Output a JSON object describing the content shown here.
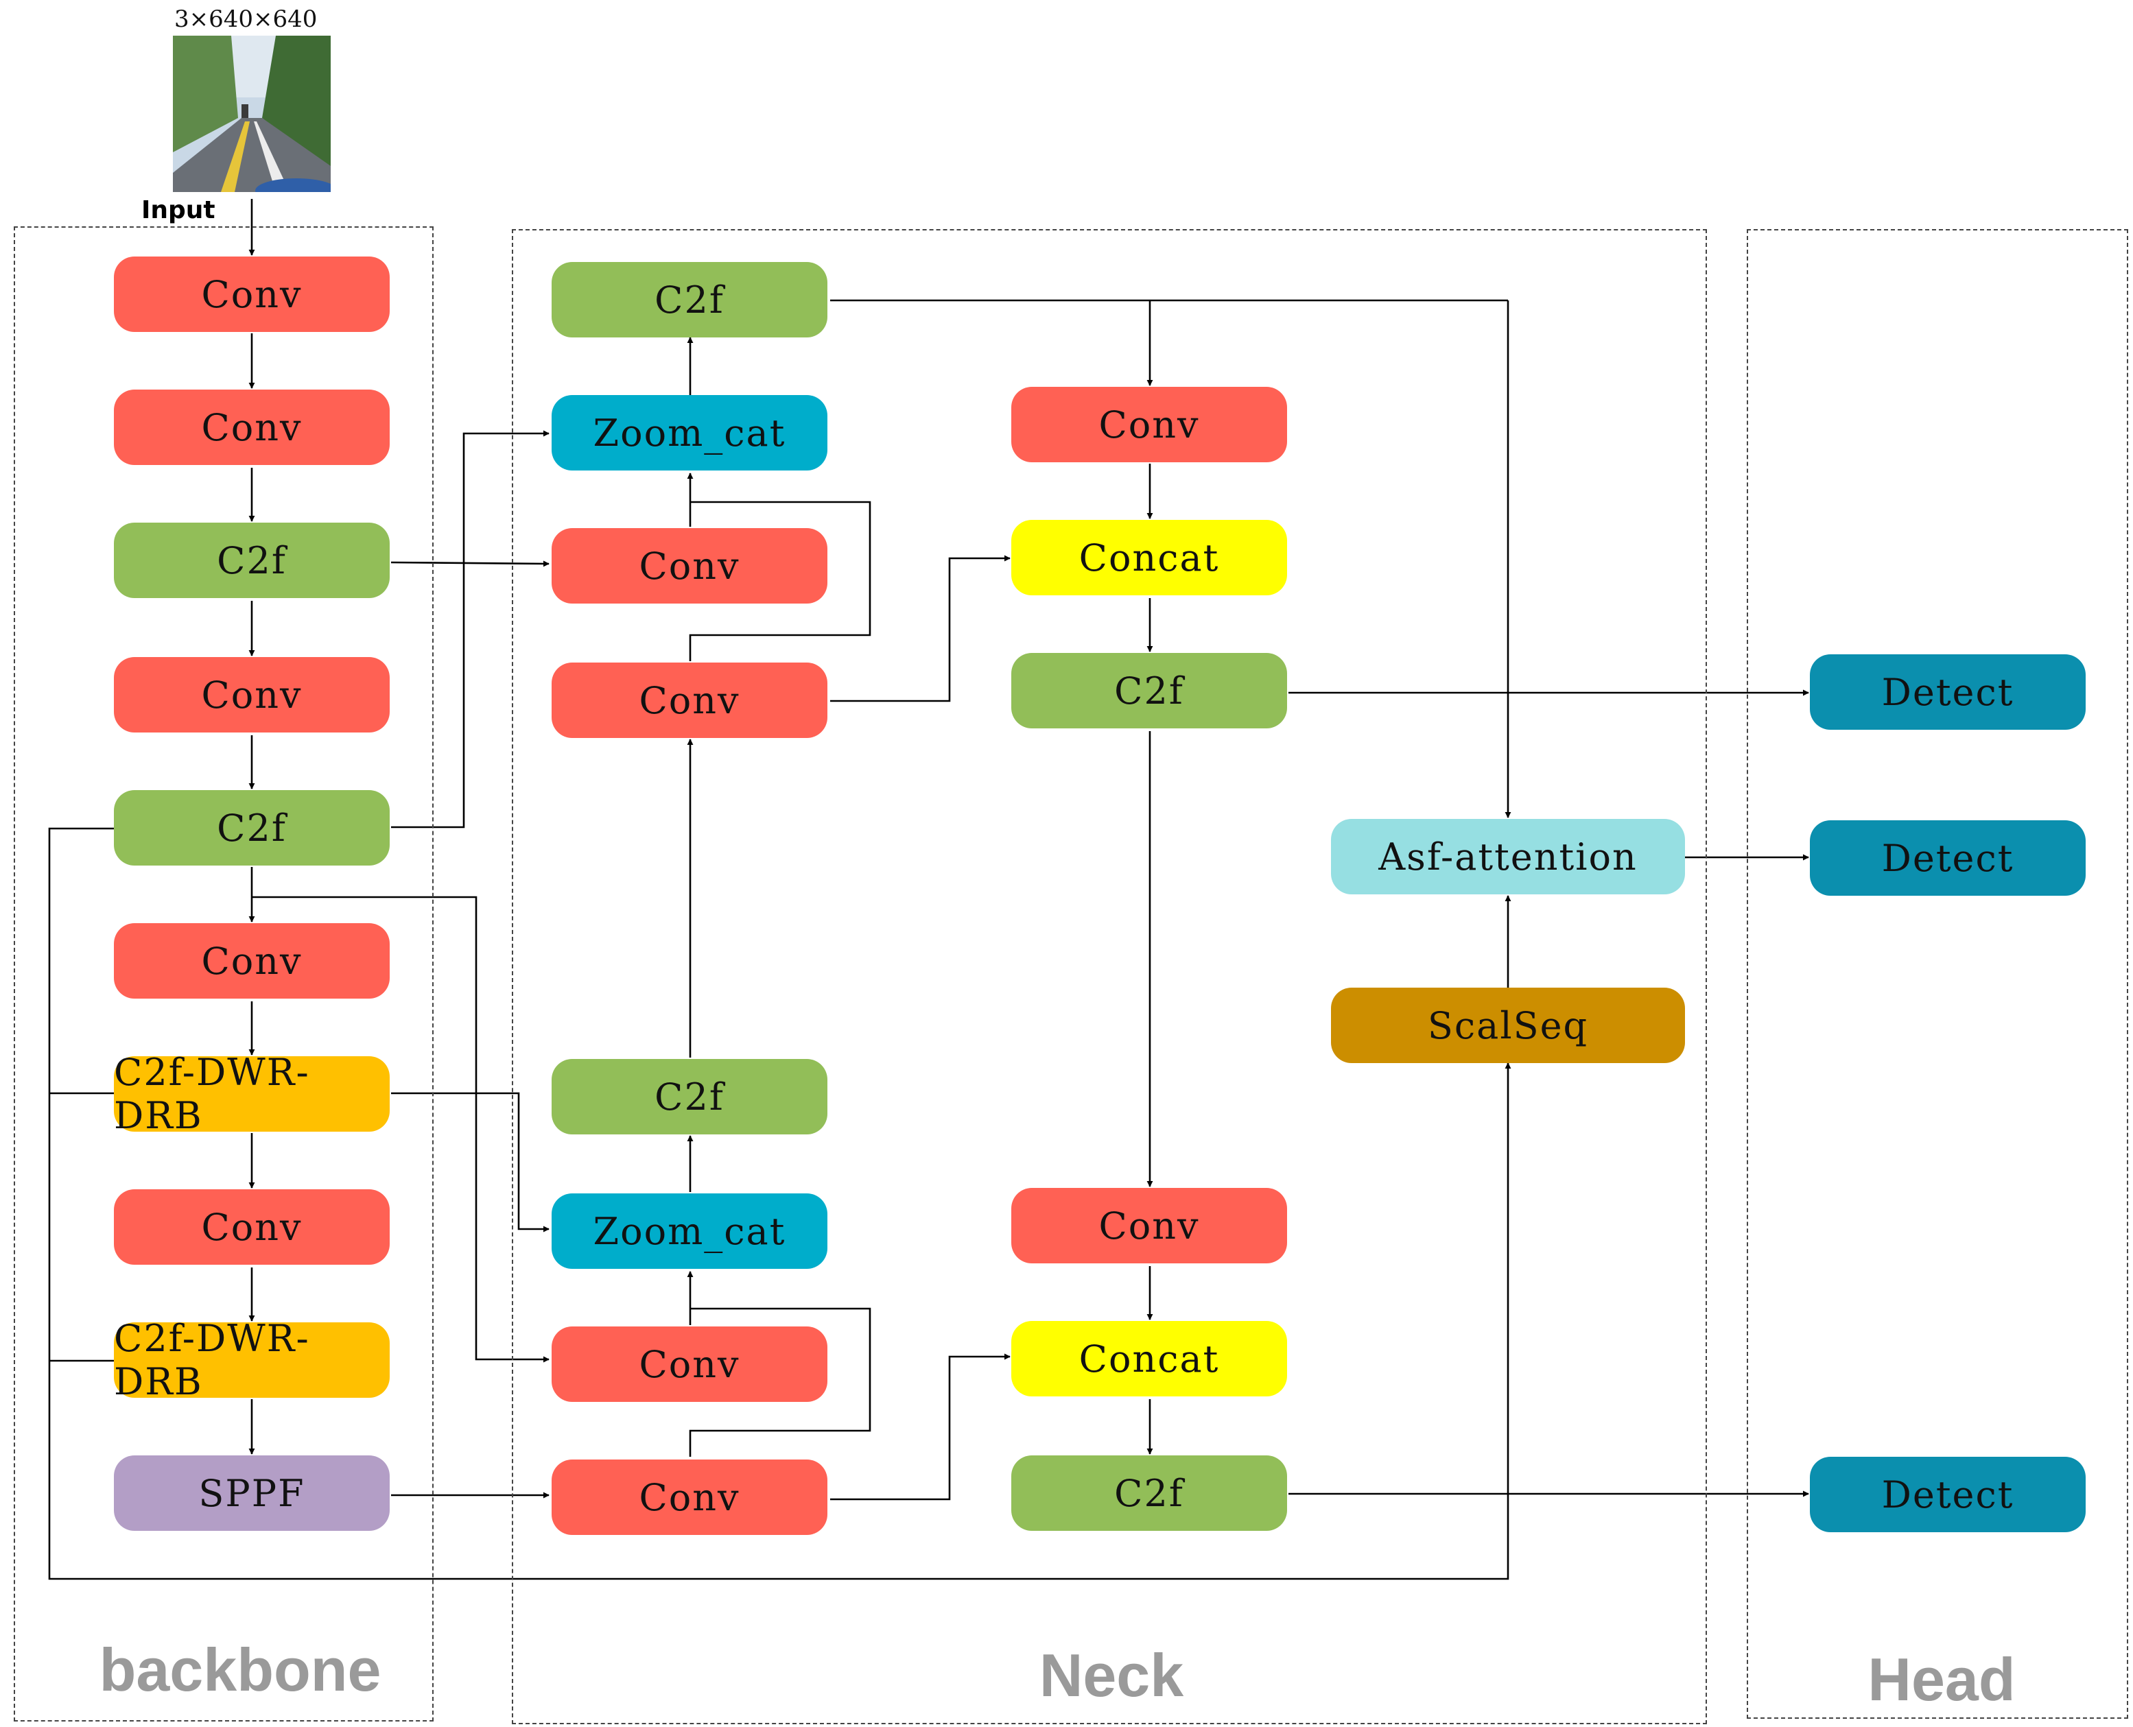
{
  "input": {
    "size_label": "3×640×640",
    "label": "Input"
  },
  "sections": {
    "backbone": "backbone",
    "neck": "Neck",
    "head": "Head"
  },
  "colors": {
    "conv": "#FF6154",
    "c2f": "#92BE58",
    "c2f_dwr_drb": "#FFC000",
    "sppf": "#B39EC6",
    "zoom_cat": "#00ADCB",
    "concat": "#FFFF00",
    "asf_attention": "#96DFE2",
    "scalseq": "#CC8E00",
    "detect": "#0B8FAE",
    "line": "#000000",
    "section_label": "#9A9A9A"
  },
  "backbone": [
    "Conv",
    "Conv",
    "C2f",
    "Conv",
    "C2f",
    "Conv",
    "C2f-DWR-DRB",
    "Conv",
    "C2f-DWR-DRB",
    "SPPF"
  ],
  "neck": {
    "col1": [
      "C2f",
      "Zoom_cat",
      "Conv",
      "Conv",
      "C2f",
      "Zoom_cat",
      "Conv",
      "Conv"
    ],
    "col2": [
      "Conv",
      "Concat",
      "C2f",
      "Conv",
      "Concat",
      "C2f"
    ],
    "col3": [
      "Asf-attention",
      "ScalSeq"
    ]
  },
  "head": [
    "Detect",
    "Detect",
    "Detect"
  ]
}
